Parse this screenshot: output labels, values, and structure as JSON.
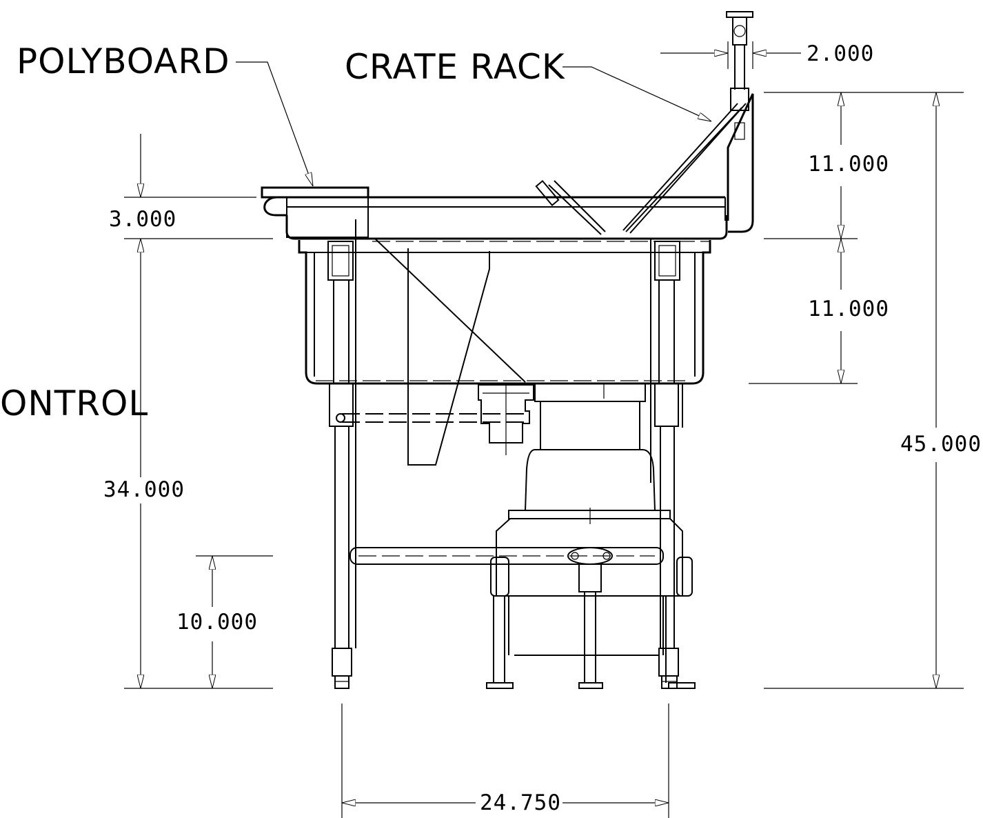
{
  "callouts": {
    "polyboard": "POLYBOARD",
    "crate_rack": "CRATE RACK",
    "control": "ONTROL"
  },
  "dimensions": {
    "width_top": "2.000",
    "height_upper": "11.000",
    "height_middle": "11.000",
    "overall_height": "45.000",
    "board_thickness": "3.000",
    "work_height": "34.000",
    "rail_height": "10.000",
    "leg_spacing": "24.750"
  },
  "colors": {
    "line": "#000000",
    "background": "#ffffff"
  }
}
